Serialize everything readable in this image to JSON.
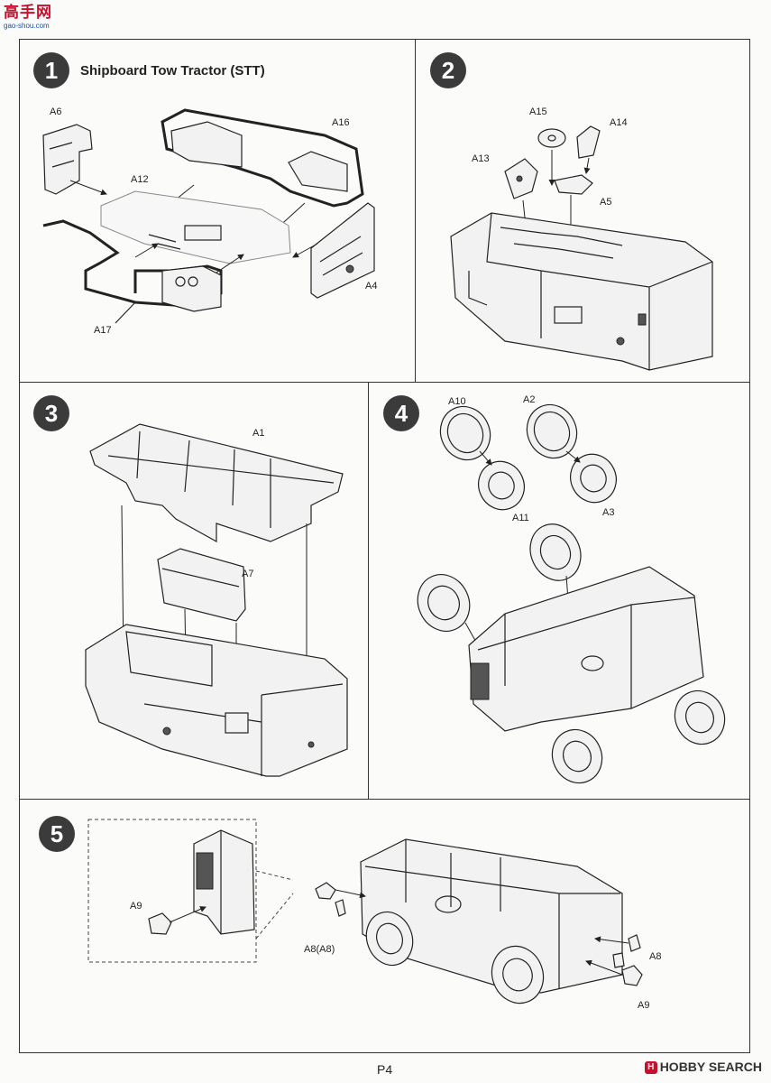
{
  "watermark": {
    "brand": "高手网",
    "url": "gao-shou.com"
  },
  "steps": [
    {
      "number": "1",
      "title": "Shipboard Tow Tractor (STT)",
      "labels": [
        "A6",
        "A16",
        "A12",
        "A4",
        "A17"
      ]
    },
    {
      "number": "2",
      "title": "",
      "labels": [
        "A15",
        "A14",
        "A13",
        "A5"
      ]
    },
    {
      "number": "3",
      "title": "",
      "labels": [
        "A1",
        "A7"
      ]
    },
    {
      "number": "4",
      "title": "",
      "labels": [
        "A10",
        "A2",
        "A11",
        "A3"
      ]
    },
    {
      "number": "5",
      "title": "",
      "labels": [
        "A9",
        "A8(A8)",
        "A8",
        "A9"
      ]
    }
  ],
  "footer": {
    "page": "P4",
    "site": "HOBBY SEARCH"
  }
}
